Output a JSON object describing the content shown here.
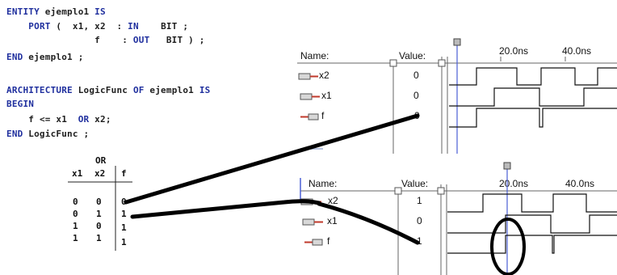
{
  "code": {
    "l1": {
      "kw1": "ENTITY",
      "rest": " ejemplo1 ",
      "kw2": "IS"
    },
    "l2": {
      "indent": "    ",
      "kw1": "PORT",
      "rest": " (  x1, x2  : ",
      "kw2": "IN",
      "rest2": "    BIT ;"
    },
    "l3": {
      "indent": "                f    : ",
      "kw1": "OUT",
      "rest": "   BIT ) ;"
    },
    "l4": {
      "kw1": "END",
      "rest": " ejemplo1 ;"
    },
    "l5": {
      "kw1": "ARCHITECTURE",
      "rest": " LogicFunc ",
      "kw2": "OF",
      "rest2": " ejemplo1 ",
      "kw3": "IS"
    },
    "l6": {
      "kw1": "BEGIN"
    },
    "l7": {
      "indent": "    ",
      "rest": "f <= x1  ",
      "kw1": "OR",
      "rest2": " x2;"
    },
    "l8": {
      "kw1": "END",
      "rest": " LogicFunc ;"
    }
  },
  "truth_table": {
    "title": "OR",
    "headers": [
      "x1",
      "x2",
      "f"
    ],
    "rows": [
      [
        "0",
        "0",
        "0"
      ],
      [
        "0",
        "1",
        "1"
      ],
      [
        "1",
        "0",
        "1"
      ],
      [
        "1",
        "1",
        "1"
      ]
    ]
  },
  "waveform_top": {
    "name_header": "Name:",
    "value_header": "Value:",
    "time_labels": [
      "20.0ns",
      "40.0ns"
    ],
    "signals": [
      {
        "name": "x2",
        "value": "0"
      },
      {
        "name": "x1",
        "value": "0"
      },
      {
        "name": "f",
        "value": "0"
      }
    ]
  },
  "waveform_bottom": {
    "name_header": "Name:",
    "value_header": "Value:",
    "time_labels": [
      "20.0ns",
      "40.0ns"
    ],
    "signals": [
      {
        "name": "x2",
        "value": "1"
      },
      {
        "name": "x1",
        "value": "0"
      },
      {
        "name": "f",
        "value": "1"
      }
    ]
  },
  "colors": {
    "keyword": "#1f2f9e",
    "cursor": "#4b5fd6",
    "pin_red": "#c0392b",
    "connector": "#000000"
  }
}
